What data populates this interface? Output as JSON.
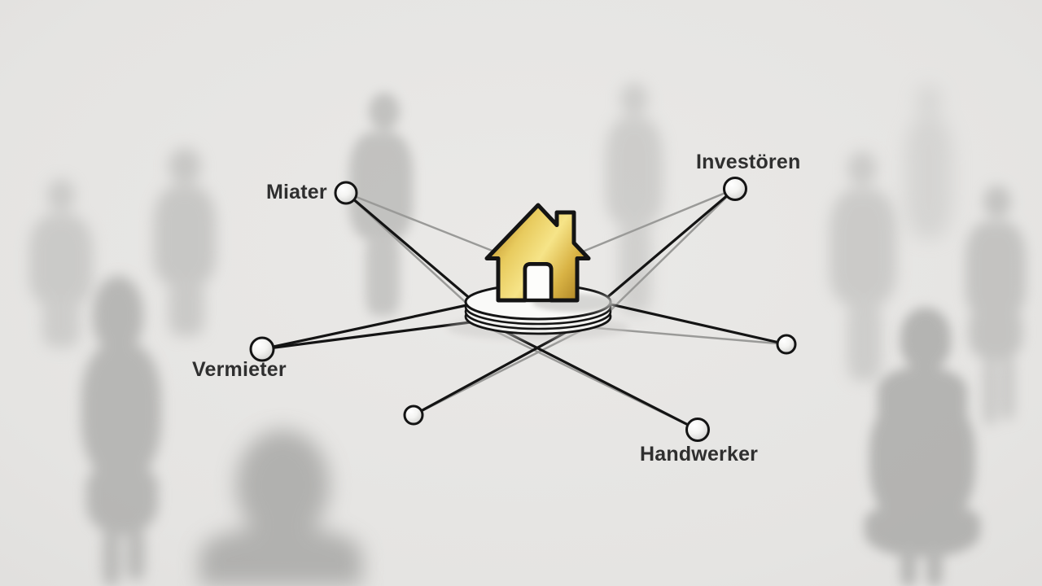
{
  "diagram": {
    "center_icon": "gold-house-on-platform-icon",
    "nodes": [
      {
        "id": "mieter",
        "label": "Miater"
      },
      {
        "id": "investoren",
        "label": "Investören"
      },
      {
        "id": "vermieter",
        "label": "Vermieter"
      },
      {
        "id": "handwerker",
        "label": "Handwerker"
      },
      {
        "id": "unlabeled-bottom-left",
        "label": ""
      },
      {
        "id": "unlabeled-right",
        "label": ""
      }
    ]
  },
  "colors": {
    "background": "#e5e4e2",
    "line_black": "#141414",
    "line_gray": "#9a9a98",
    "house_gold_light": "#f6e488",
    "house_gold_dark": "#9d7217",
    "platform_white": "#fafaf8",
    "label_text": "#2f2f2f",
    "silhouette_gray": "#ababa9"
  }
}
